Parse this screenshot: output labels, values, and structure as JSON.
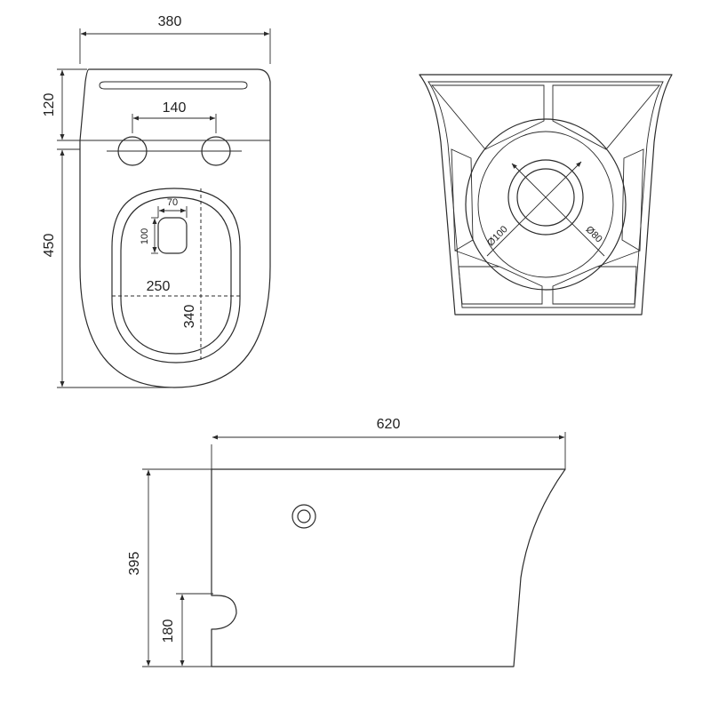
{
  "top_view": {
    "width_label": "380",
    "rim_depth_label": "120",
    "hole_spacing_label": "140",
    "bowl_length_label": "450",
    "outlet_width_label": "70",
    "outlet_length_label": "100",
    "opening_width_label": "250",
    "opening_length_label": "340"
  },
  "rear_view": {
    "outer_diameter_label": "Ø100",
    "inner_diameter_label": "Ø80"
  },
  "side_view": {
    "length_label": "620",
    "height_label": "395",
    "outlet_height_label": "180"
  },
  "colors": {
    "line": "#2b2b2b",
    "text": "#222222",
    "background": "#ffffff"
  }
}
